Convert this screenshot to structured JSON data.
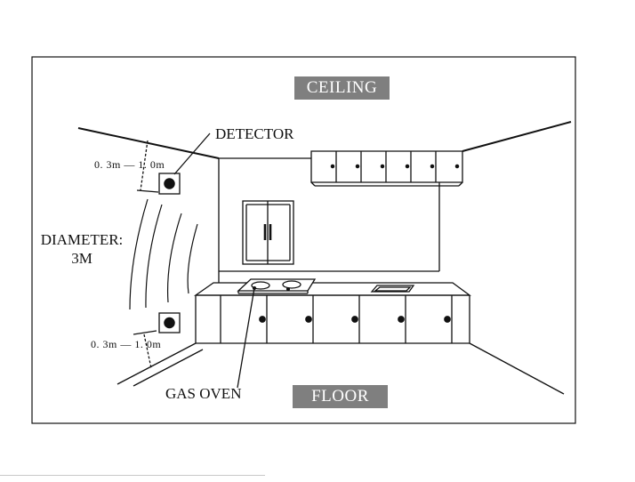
{
  "labels": {
    "ceiling": "CEILING",
    "floor": "FLOOR",
    "detector": "DETECTOR",
    "gas_oven": "GAS OVEN",
    "diameter_line1": "DIAMETER:",
    "diameter_line2": "3M",
    "range_top": "0. 3m — 1. 0m",
    "range_bottom": "0. 3m — 1. 0m"
  },
  "colors": {
    "tag_background": "#7f7f7f",
    "tag_text": "#ffffff",
    "line": "#111111"
  }
}
